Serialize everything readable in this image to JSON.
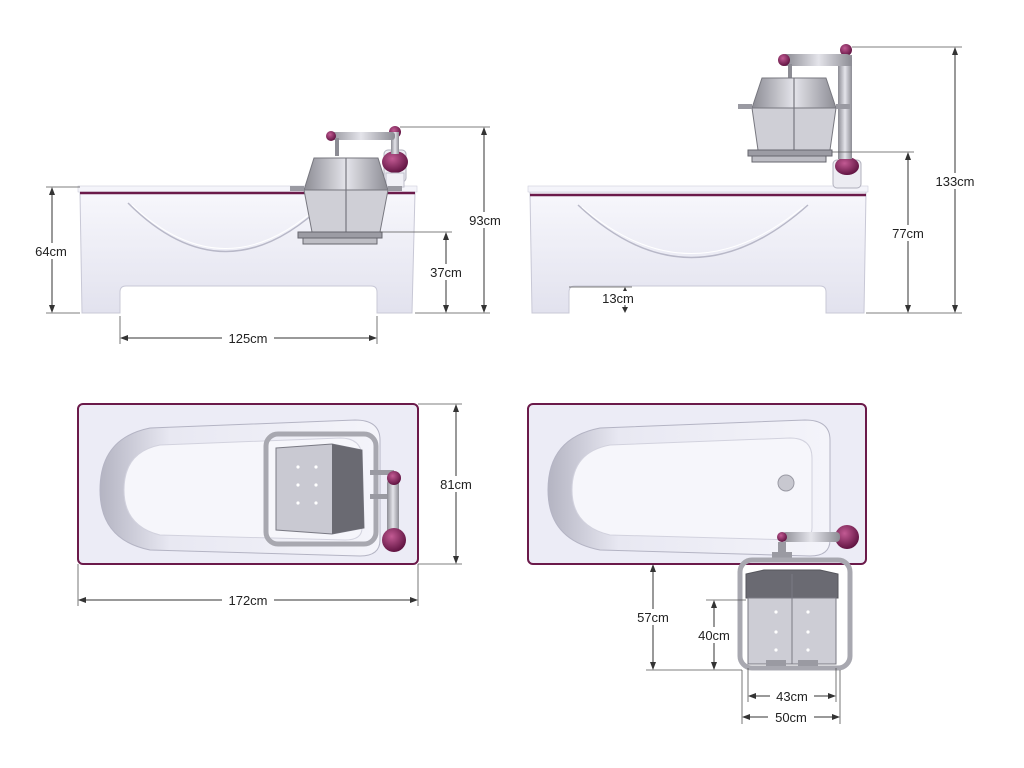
{
  "colors": {
    "tub_body": "#eeeef7",
    "tub_shadow": "#c9c9d8",
    "rim_accent": "#6b1a4a",
    "seat_metal": "#b9b9bf",
    "knob": "#7a1d55",
    "dimension_line": "#333333"
  },
  "views": {
    "side_with_seat_lowered": {
      "height_label": "64cm",
      "seat_top_label": "93cm",
      "seat_low_label": "37cm",
      "length_label": "125cm"
    },
    "side_with_seat_raised": {
      "column_top_label": "133cm",
      "seat_raised_label": "77cm",
      "base_clearance_label": "13cm"
    },
    "top_seat_inside": {
      "width_label": "81cm",
      "length_label": "172cm"
    },
    "top_seat_swung_out": {
      "reach_label": "57cm",
      "seat_depth_label": "40cm",
      "seat_width_label": "43cm",
      "frame_width_label": "50cm"
    }
  }
}
